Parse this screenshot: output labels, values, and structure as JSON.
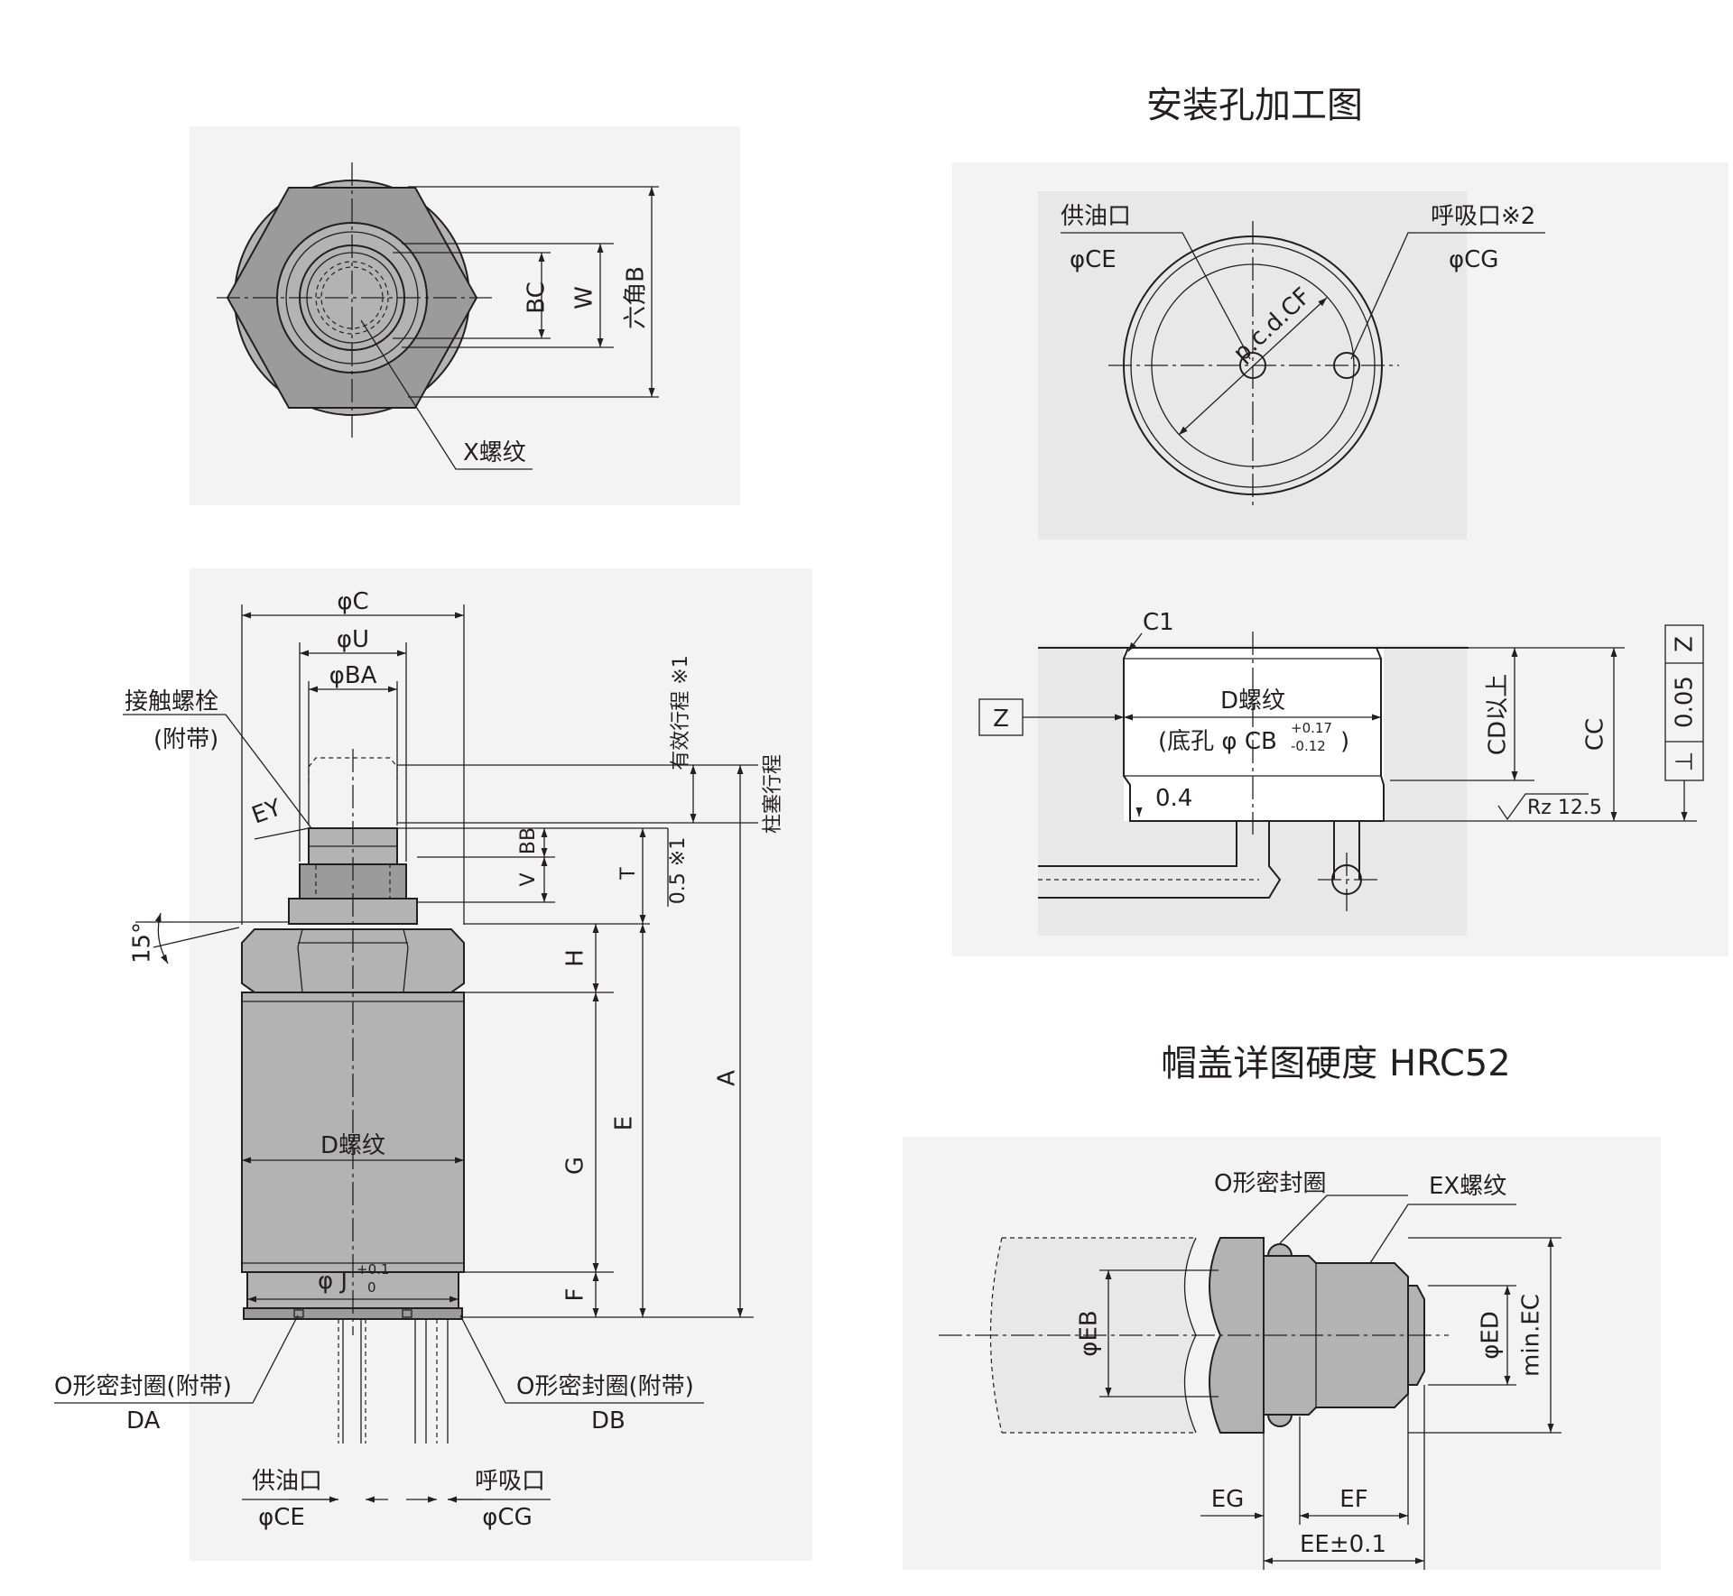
{
  "titles": {
    "mounting_hole": "安装孔加工图",
    "cap_detail": "帽盖详图硬度 HRC52"
  },
  "top_view": {
    "bc": "BC",
    "w": "W",
    "hex_b": "六角B",
    "x_thread": "X螺纹"
  },
  "side_view": {
    "phi_c": "φC",
    "phi_u": "φU",
    "phi_ba": "φBA",
    "contact_bolt": "接触螺栓",
    "contact_bolt_note": "(附带)",
    "ey": "EY",
    "effective_stroke": "有效行程 ※1",
    "plunger_stroke": "柱塞行程",
    "bb": "BB",
    "v": "V",
    "t": "T",
    "half_mm": "0.5 ※1",
    "angle": "15°",
    "h": "H",
    "e": "E",
    "a": "A",
    "g": "G",
    "f": "F",
    "d_thread": "D螺纹",
    "phi_j": "φ J",
    "tol_j_upper": "+0.1",
    "tol_j_lower": "0",
    "oring_left": "O形密封圈(附带)",
    "da": "DA",
    "oring_right": "O形密封圈(附带)",
    "db": "DB",
    "oil_supply": "供油口",
    "phi_ce": "φCE",
    "breather": "呼吸口",
    "phi_cg": "φCG"
  },
  "hole_plan": {
    "oil_supply": "供油口",
    "phi_ce": "φCE",
    "breather": "呼吸口※2",
    "phi_cg": "φCG",
    "pcd": "p.c.d.CF"
  },
  "hole_section": {
    "c1": "C1",
    "z_ref": "Z",
    "d_thread": "D螺纹",
    "pilot_hole": "(底孔 φ CB",
    "tol_upper": "+0.17",
    "tol_lower": "-0.12",
    "close_paren": ")",
    "chamfer": "0.4",
    "cd_min": "CD以上",
    "cc": "CC",
    "rz": "Rz 12.5",
    "frame_sym": "⊥",
    "frame_val": "0.05",
    "frame_ref": "Z"
  },
  "cap_detail": {
    "o_ring": "O形密封圈",
    "ex_thread": "EX螺纹",
    "phi_eb": "φEB",
    "phi_ed": "φED",
    "min_ec": "min.EC",
    "eg": "EG",
    "ef": "EF",
    "ee": "EE±0.1"
  }
}
